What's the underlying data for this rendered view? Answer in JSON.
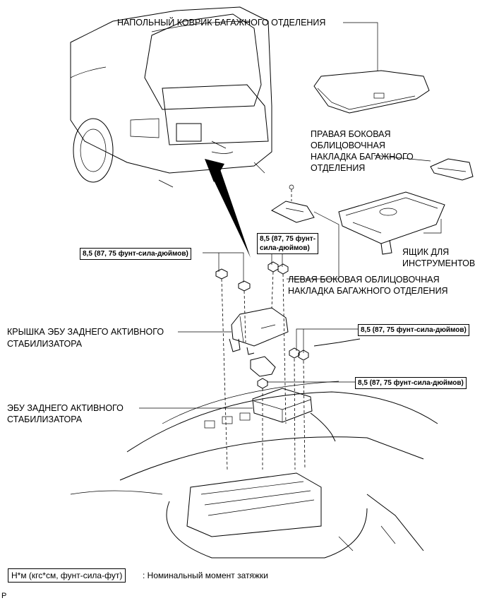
{
  "labels": {
    "trunk_mat": "НАПОЛЬНЫЙ КОВРИК БАГАЖНОГО ОТДЕЛЕНИЯ",
    "right_trim_1": "ПРАВАЯ БОКОВАЯ",
    "right_trim_2": "ОБЛИЦОВОЧНАЯ",
    "right_trim_3": "НАКЛАДКА БАГАЖНОГО",
    "right_trim_4": "ОТДЕЛЕНИЯ",
    "tool_box_1": "ЯЩИК ДЛЯ",
    "tool_box_2": "ИНСТРУМЕНТОВ",
    "left_trim_1": "ЛЕВАЯ БОКОВАЯ ОБЛИЦОВОЧНАЯ",
    "left_trim_2": "НАКЛАДКА БАГАЖНОГО ОТДЕЛЕНИЯ",
    "ecu_cover_1": "КРЫШКА ЭБУ ЗАДНЕГО АКТИВНОГО",
    "ecu_cover_2": "СТАБИЛИЗАТОРА",
    "ecu_1": "ЭБУ ЗАДНЕГО АКТИВНОГО",
    "ecu_2": "СТАБИЛИЗАТОРА"
  },
  "torques": {
    "t1": "8,5 (87, 75 фунт-сила-дюймов)",
    "t2_line1": "8,5 (87, 75 фунт-",
    "t2_line2": "сила-дюймов)",
    "t3": "8,5 (87, 75 фунт-сила-дюймов)",
    "t4": "8,5 (87, 75 фунт-сила-дюймов)"
  },
  "legend": {
    "unit_box": "Н*м (кгс*см, фунт-сила-фут)",
    "description": ": Номинальный момент затяжки"
  },
  "corner_mark": "P"
}
